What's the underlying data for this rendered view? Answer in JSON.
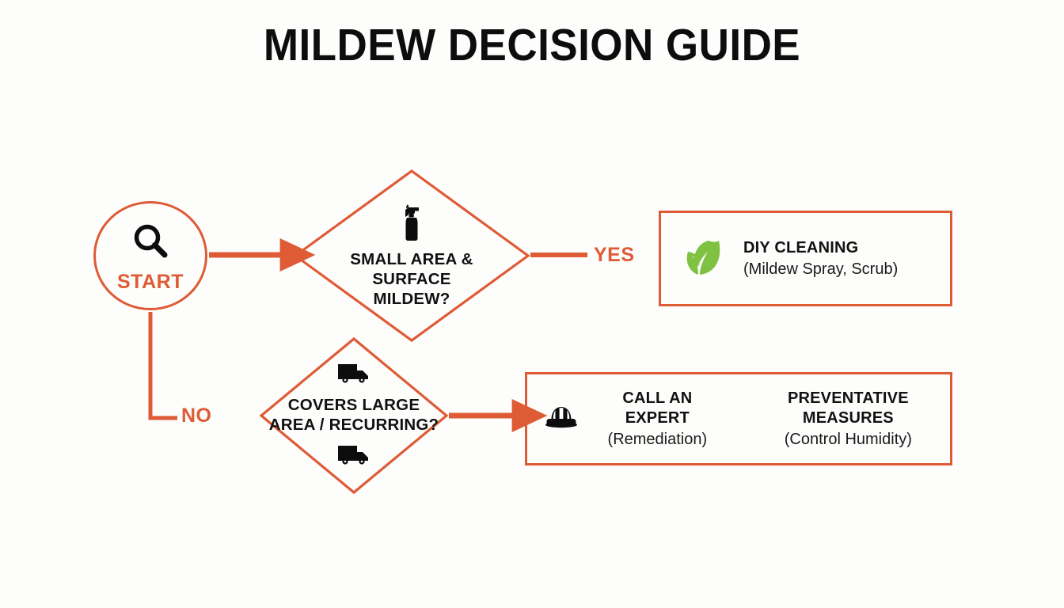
{
  "page": {
    "title": "MILDEW DECISION GUIDE",
    "background_color": "#fdfdfc",
    "accent_color": "#DE5B35",
    "leaf_color": "#7FC241",
    "text_color": "#111111"
  },
  "flowchart": {
    "type": "decision-flowchart",
    "start": {
      "label": "START",
      "icon": "magnifier-icon",
      "shape": "ellipse"
    },
    "decisions": [
      {
        "id": "small-area",
        "icon": "spray-bottle-icon",
        "lines": [
          "SMALL AREA &",
          "SURFACE",
          "MILDEW?"
        ],
        "shape": "diamond"
      },
      {
        "id": "large-area",
        "icon_top": "delivery-van-icon",
        "icon_bottom": "delivery-van-icon",
        "lines": [
          "COVERS LARGE",
          "AREA / RECURRING?"
        ],
        "shape": "diamond"
      }
    ],
    "edge_labels": {
      "yes": "YES",
      "no": "NO"
    },
    "outcomes": [
      {
        "id": "diy-cleaning",
        "icon": "leaf-icon",
        "title": "DIY CLEANING",
        "subtitle": "(Mildew Spray, Scrub)"
      },
      {
        "id": "call-expert",
        "icon": "hard-hat-icon",
        "title": "CALL AN EXPERT",
        "subtitle": "(Remediation)"
      },
      {
        "id": "preventative",
        "title": "PREVENTATIVE MEASURES",
        "subtitle": "(Control Humidity)"
      }
    ]
  }
}
